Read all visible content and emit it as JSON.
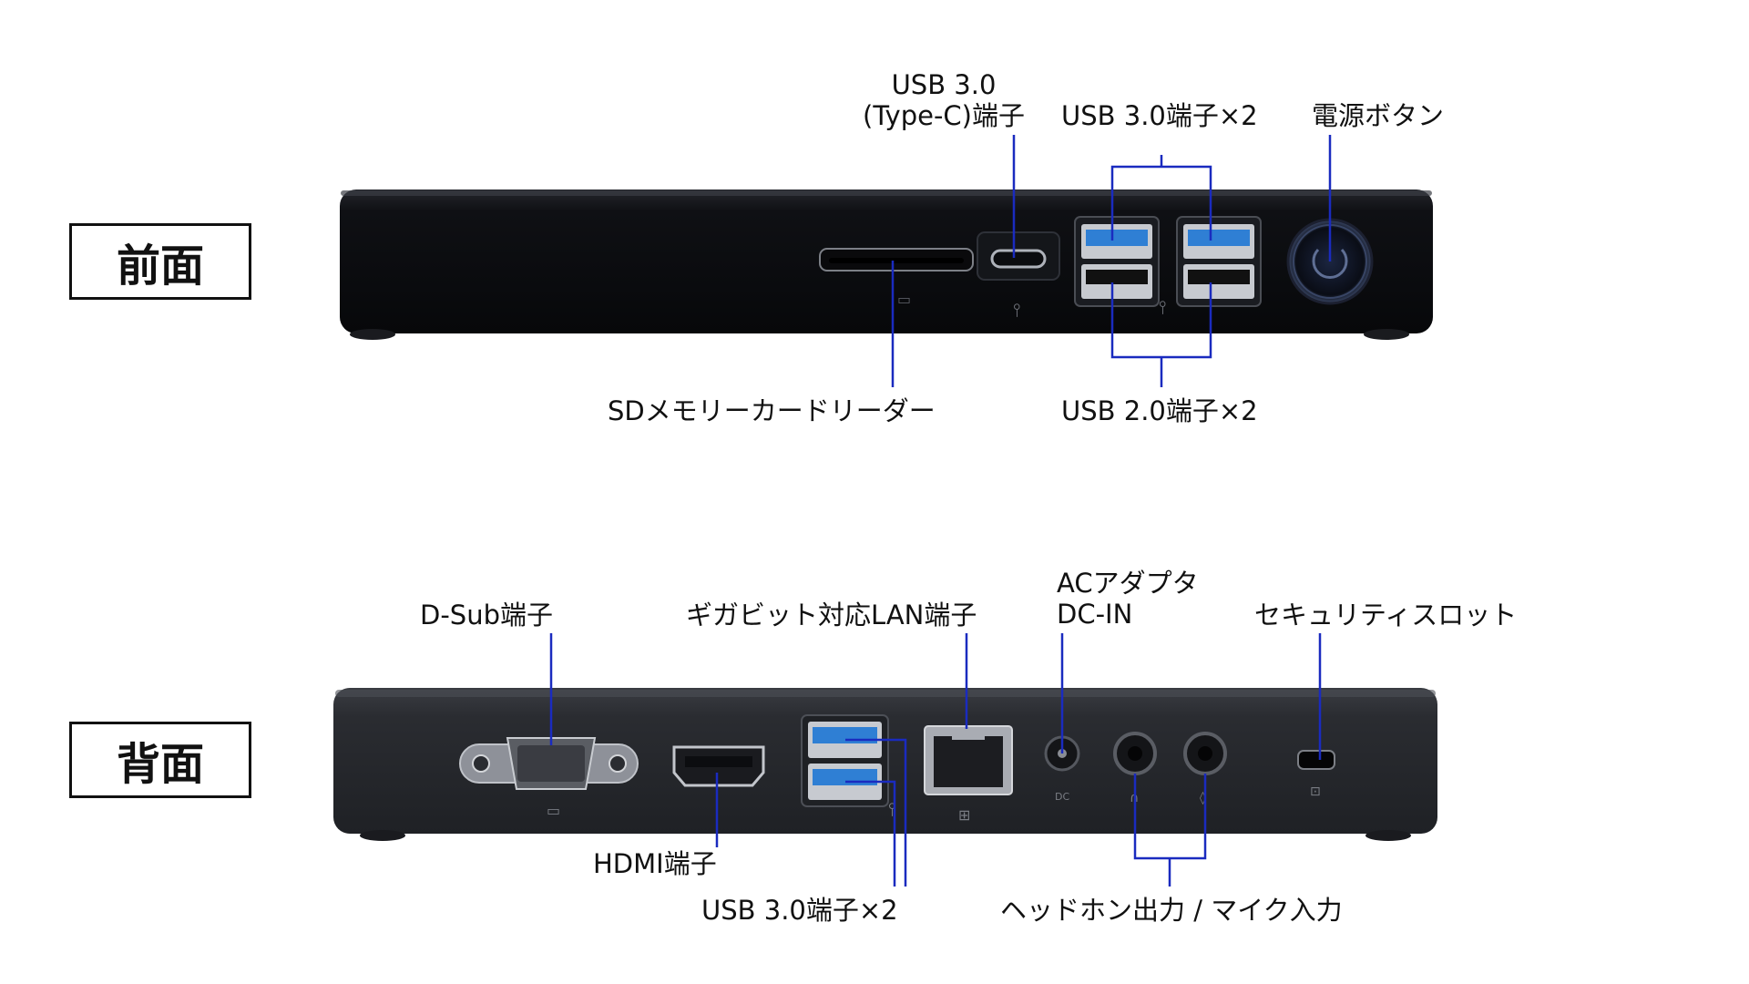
{
  "colors": {
    "leader": "#1a2bbf",
    "usb3_blue": "#2f7fd4",
    "device_front": "#0e0f14",
    "device_back": "#2b2d33",
    "port_metal": "#b9bcc3"
  },
  "front": {
    "section_label": "前面",
    "labels": {
      "usbc_line1": "USB 3.0",
      "usbc_line2": "(Type-C)端子",
      "usb30x2": "USB 3.0端子×2",
      "power": "電源ボタン",
      "sd": "SDメモリーカードリーダー",
      "usb20x2": "USB 2.0端子×2"
    }
  },
  "back": {
    "section_label": "背面",
    "labels": {
      "dsub": "D-Sub端子",
      "lan": "ギガビット対応LAN端子",
      "ac_line1": "ACアダプタ",
      "ac_line2": "DC-IN",
      "security": "セキュリティスロット",
      "hdmi": "HDMI端子",
      "usb30x2": "USB 3.0端子×2",
      "audio": "ヘッドホン出力 / マイク入力"
    }
  }
}
